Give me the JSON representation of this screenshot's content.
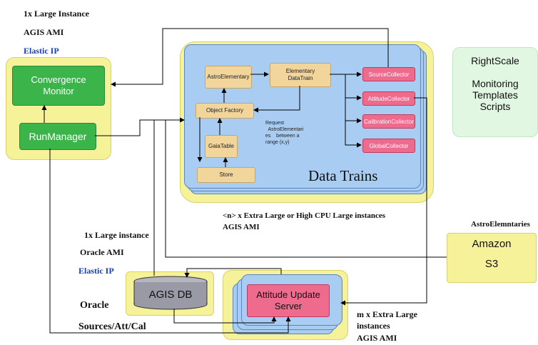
{
  "top_labels": {
    "instance": "1x Large  Instance",
    "ami": "AGIS AMI",
    "ip": "Elastic IP"
  },
  "convergence": {
    "label": "Convergence\nMonitor"
  },
  "runmanager": {
    "label": "RunManager"
  },
  "datatrains": {
    "title": "Data Trains",
    "astro": "AstroElementary",
    "elementary": "Elementary\nDataTrain",
    "object_factory": "Object Factory",
    "gaia": "GaiaTable",
    "store": "Store",
    "request": "Request\n  AstroElementari\nes    between a\nrange (x,y)",
    "collectors": [
      "SourceCollector",
      "AttitudeCollector",
      "CalibrationCollector",
      "GlobalCollector"
    ]
  },
  "rightscale": {
    "label": "RightScale\n\nMonitoring\nTemplates\nScripts"
  },
  "mid_labels": {
    "instances": "<n> x Extra Large or  High CPU Large instances",
    "ami": "AGIS AMI"
  },
  "oracle_labels": {
    "instance": "1x Large instance",
    "ami": "Oracle AMI",
    "ip": "Elastic IP",
    "oracle": "Oracle",
    "sources": "Sources/Att/Cal"
  },
  "agisdb": {
    "label": "AGIS DB"
  },
  "attitude": {
    "label": "Attitude Update\nServer"
  },
  "bottom_labels": {
    "instances": "m x Extra Large\ninstances",
    "ami": "AGIS AMI"
  },
  "s3": {
    "title": "AstroElemntaries",
    "label": "Amazon\n\nS3"
  },
  "colors": {
    "region": "#f6f29a",
    "green": "#3bb54a",
    "panel": "#a9cdf2",
    "tan": "#f1d59b",
    "pink": "#ef6b8e",
    "mint": "#e2f7e2"
  }
}
